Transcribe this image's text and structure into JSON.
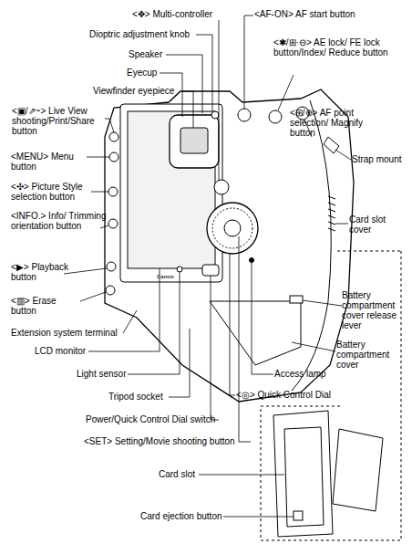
{
  "diagram": {
    "labels": [
      "<✥> Multi-controller",
      "Dioptric adjustment knob",
      "Speaker",
      "Eyecup",
      "Viewfinder eyepiece",
      "<AF-ON> AF start button",
      "<✱/⊞·⊖> AE lock/ FE lock button/Index/ Reduce button",
      "<⊞/⊕> AF point selection/ Magnify button",
      "Strap mount",
      "<▣/⇗~> Live View shooting/Print/Share button",
      "<MENU> Menu button",
      "<✣> Picture Style selection button",
      "<INFO.> Info/ Trimming orientation button",
      "Card slot cover",
      "<▶> Playback button",
      "<▥> Erase button",
      "Battery compartment cover release lever",
      "Extension system terminal",
      "Battery compartment cover",
      "LCD monitor",
      "Light sensor",
      "Access lamp",
      "Tripod socket",
      "<◎> Quick Control Dial",
      "Power/Quick Control Dial switch",
      "<SET> Setting/Movie shooting button",
      "Card slot",
      "Card ejection button",
      "Canon"
    ]
  }
}
